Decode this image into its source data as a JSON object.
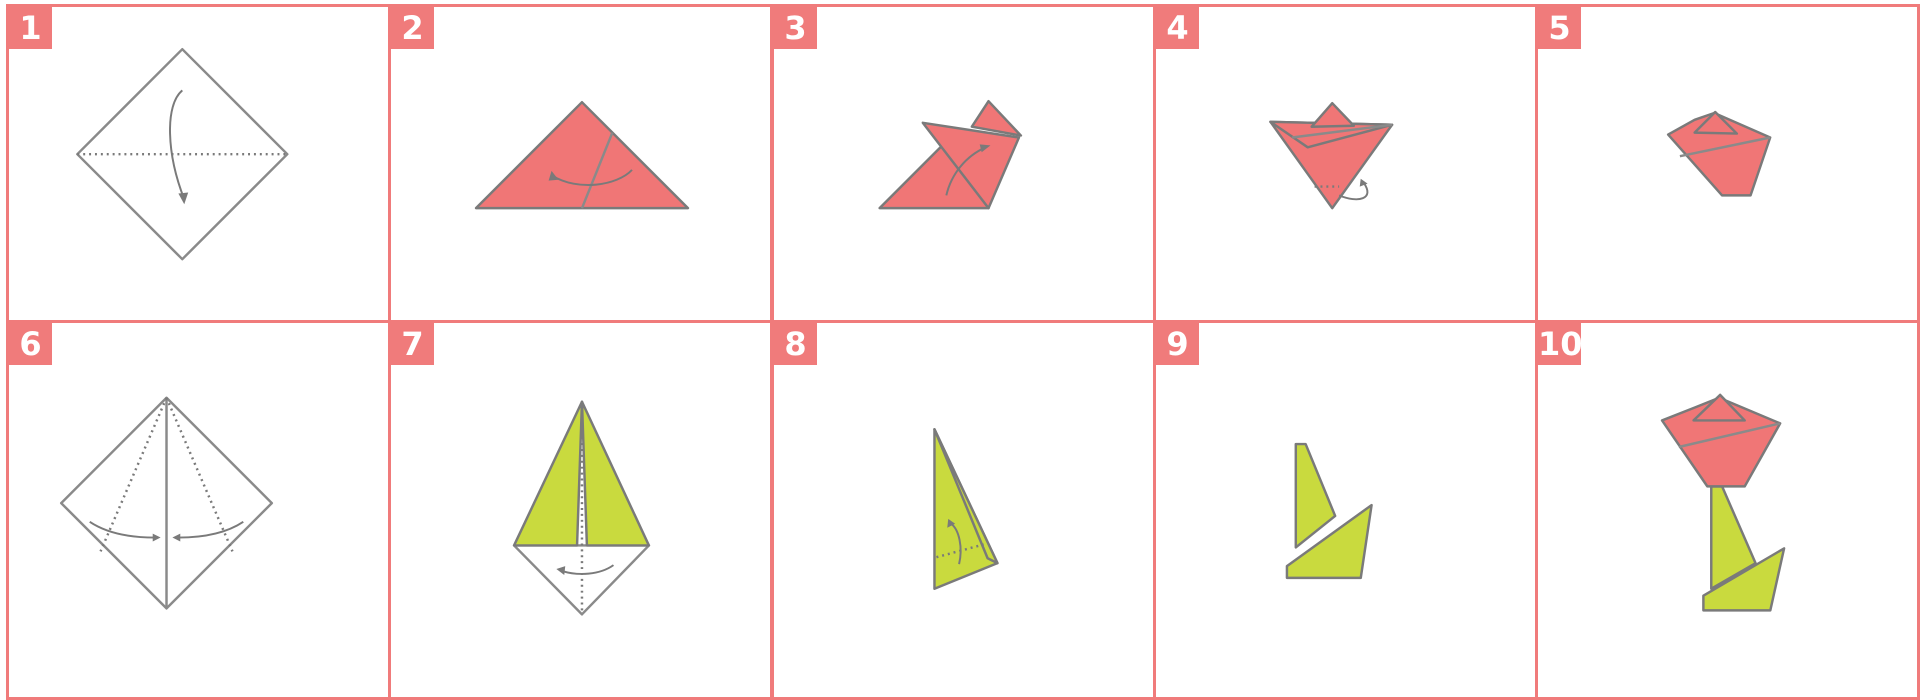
{
  "colors": {
    "accent": "#f07b7b",
    "petal": "#f07676",
    "stem": "#c9da3e",
    "outline": "#7a7a7a"
  },
  "steps": [
    {
      "number": "1"
    },
    {
      "number": "2"
    },
    {
      "number": "3"
    },
    {
      "number": "4"
    },
    {
      "number": "5"
    },
    {
      "number": "6"
    },
    {
      "number": "7"
    },
    {
      "number": "8"
    },
    {
      "number": "9"
    },
    {
      "number": "10"
    }
  ]
}
